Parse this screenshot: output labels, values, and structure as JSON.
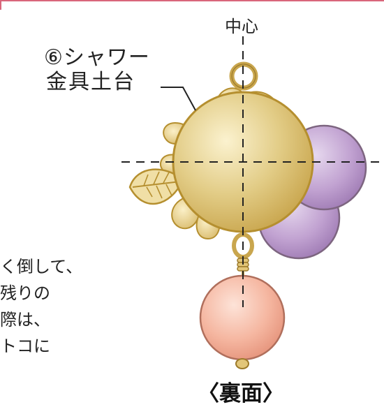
{
  "center_label": "中心",
  "part_label": {
    "line1": "⑥シャワー",
    "line2": "金具土台"
  },
  "note_lines": [
    "く倒して、",
    "残りの",
    "際は、",
    "トコに"
  ],
  "view_caption": "〈裏面〉",
  "colors": {
    "frame": "#d9667b",
    "gold": "#dcc47c",
    "gold_outline": "#b58f2f",
    "purple_bead": "#b896c9",
    "pink_bead": "#f2b19c"
  }
}
